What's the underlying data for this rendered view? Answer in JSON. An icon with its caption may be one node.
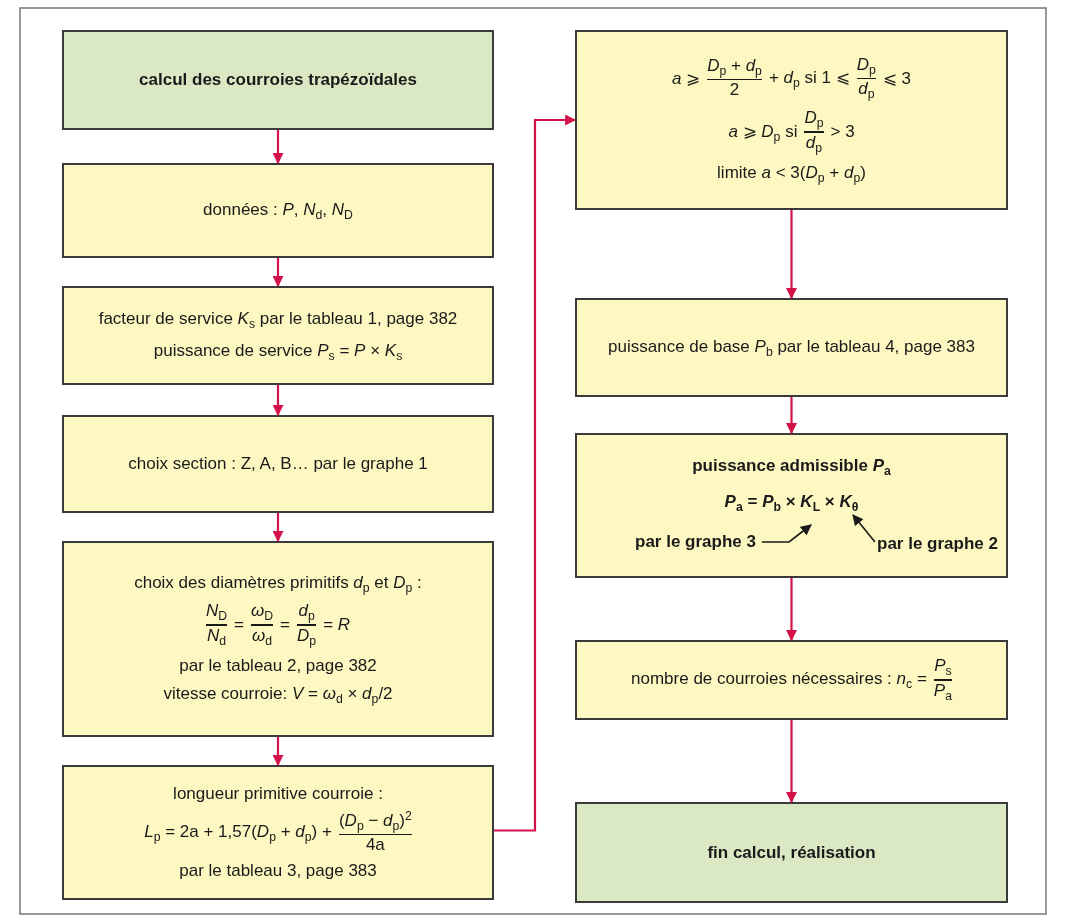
{
  "diagram": {
    "nodes": [
      {
        "text": [
          "calcul des courroies trapézoïdales"
        ]
      },
      {
        "text": [
          "données : *P*, *N*$_{d}$, *N*$_{D}$"
        ]
      },
      {
        "text": [
          "facteur de service *K*$_{s}$ par le tableau 1, page 382",
          "puissance de service *P*$_{s}$ = *P* × *K*$_{s}$"
        ]
      },
      {
        "text": [
          "choix section : Z, A, B… par le graphe 1"
        ]
      },
      {
        "text": [
          "choix des diamètres primitifs *d*$_{p}$ et *D*$_{p}$ :",
          "*N*$_{D}$",
          "*N*$_{d}$",
          "=",
          "*ω*$_{D}$",
          "*ω*$_{d}$",
          "=",
          "*d*$_{p}$",
          "*D*$_{p}$",
          "= *R*",
          "par le tableau 2, page 382",
          "vitesse courroie: *V* = *ω*$_{d}$ × *d*$_{p}$/2"
        ]
      },
      {
        "text": [
          "longueur primitive courroie :",
          "*L*$_{p}$ = 2a + 1,57(*D*$_{p}$ + *d*$_{p}$) +",
          "(*D*$_{p}$ − *d*$_{p}$)$^{2}$",
          "4a",
          "par le tableau 3, page 383"
        ]
      },
      {
        "text": [
          "*a* ⩾",
          "*D*$_{p}$ + *d*$_{p}$",
          "2",
          "+ *d*$_{p}$   si   1 ⩽",
          "*D*$_{p}$",
          "*d*$_{p}$",
          "⩽ 3",
          "*a* ⩾ *D*$_{p}$   si",
          "*D*$_{p}$",
          "*d*$_{p}$",
          "> 3",
          "limite *a* < 3(*D*$_{p}$ + *d*$_{p}$)"
        ]
      },
      {
        "text": [
          "puissance de base *P*$_{b}$ par le tableau 4, page 383"
        ]
      },
      {
        "text": [
          "puissance admissible *P*$_{a}$",
          "*P*$_{a}$ = *P*$_{b}$ × *K*$_{L}$ × *K*$_{θ}$"
        ]
      },
      {
        "text": [
          "par le graphe 3"
        ],
        "in": 8
      },
      {
        "text": [
          "par le graphe 2"
        ],
        "in": 8
      },
      {
        "text": [
          "nombre de courroies nécessaires : *n*$_{c}$ =",
          "*P*$_{s}$",
          "*P*$_{a}$"
        ]
      },
      {
        "text": [
          "fin calcul, réalisation"
        ]
      }
    ],
    "edges": [
      {
        "from": 0,
        "to": 1,
        "arrow": "to"
      },
      {
        "from": 1,
        "to": 2,
        "arrow": "to"
      },
      {
        "from": 2,
        "to": 3,
        "arrow": "to"
      },
      {
        "from": 3,
        "to": 4,
        "arrow": "to"
      },
      {
        "from": 4,
        "to": 5,
        "arrow": "to"
      },
      {
        "from": 5,
        "to": 6,
        "arrow": "to"
      },
      {
        "from": 6,
        "to": 7,
        "arrow": "to"
      },
      {
        "from": 7,
        "to": 8,
        "arrow": "to"
      },
      {
        "from": 8,
        "to": 11,
        "arrow": "to"
      },
      {
        "from": 11,
        "to": 12,
        "arrow": "to"
      },
      {
        "from": 9,
        "to": null,
        "arrow": "to",
        "color": "#1a1a1a"
      },
      {
        "from": 10,
        "to": null,
        "arrow": "to",
        "color": "#1a1a1a"
      }
    ]
  }
}
